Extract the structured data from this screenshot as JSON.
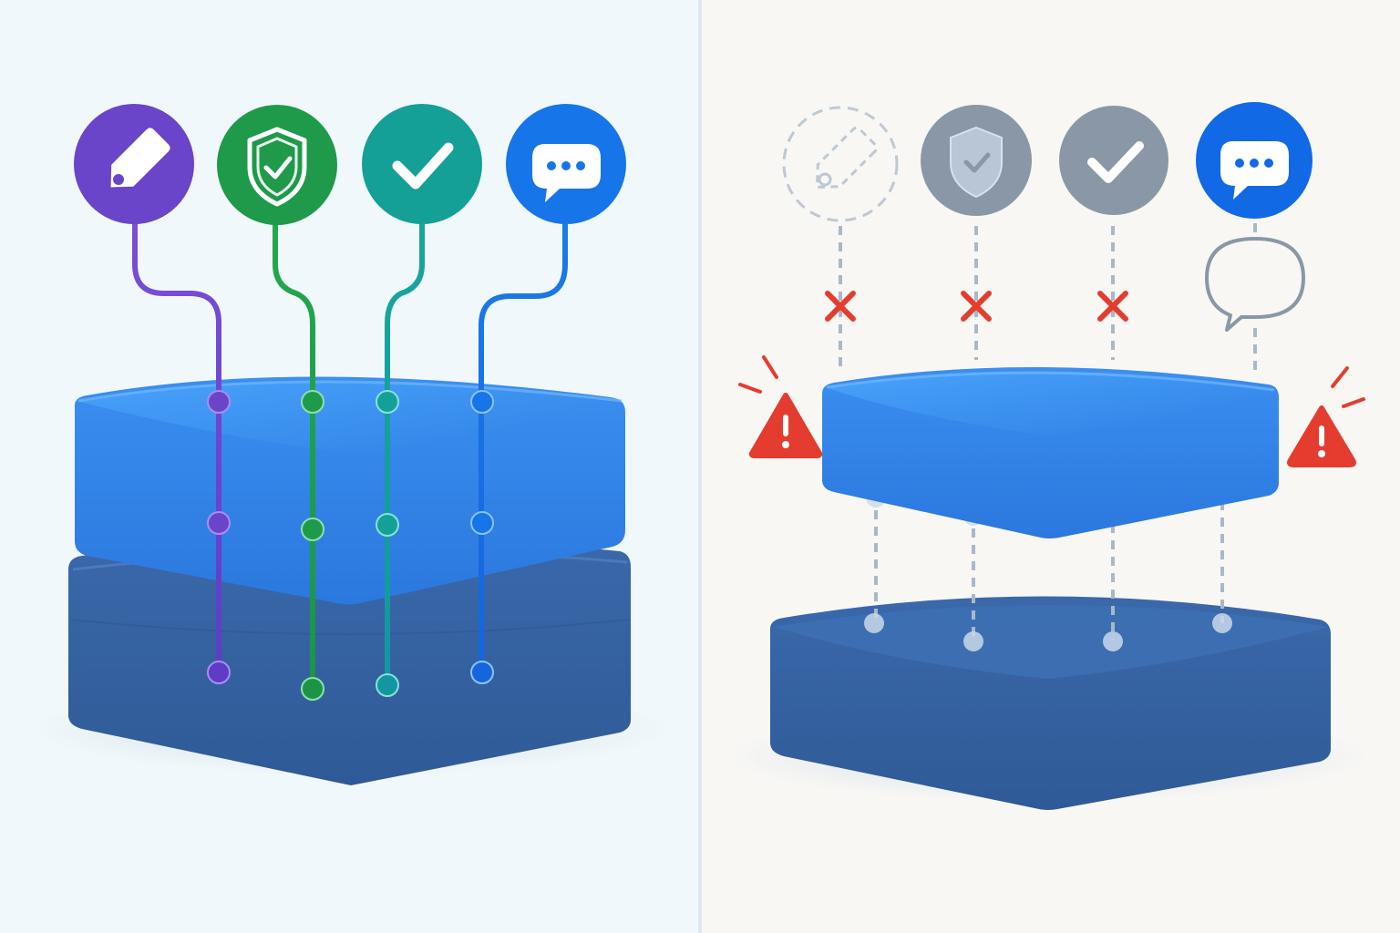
{
  "colors": {
    "tag": "#6a45c9",
    "shield": "#1e9a4a",
    "check": "#14a097",
    "chat": "#1675e8",
    "disabled": "#8a97a6",
    "alert": "#e43d2f",
    "block_top": "#3d8fef",
    "block_bottom": "#34609e"
  },
  "left_panel": {
    "state": "connected",
    "icons": [
      "tag-icon",
      "shield-check-icon",
      "check-icon",
      "chat-icon"
    ]
  },
  "right_panel": {
    "state": "disconnected",
    "icons": [
      "tag-icon",
      "shield-check-icon",
      "check-icon",
      "chat-icon"
    ],
    "broken_connections": 3,
    "warnings": [
      "warning-icon",
      "warning-icon"
    ]
  }
}
